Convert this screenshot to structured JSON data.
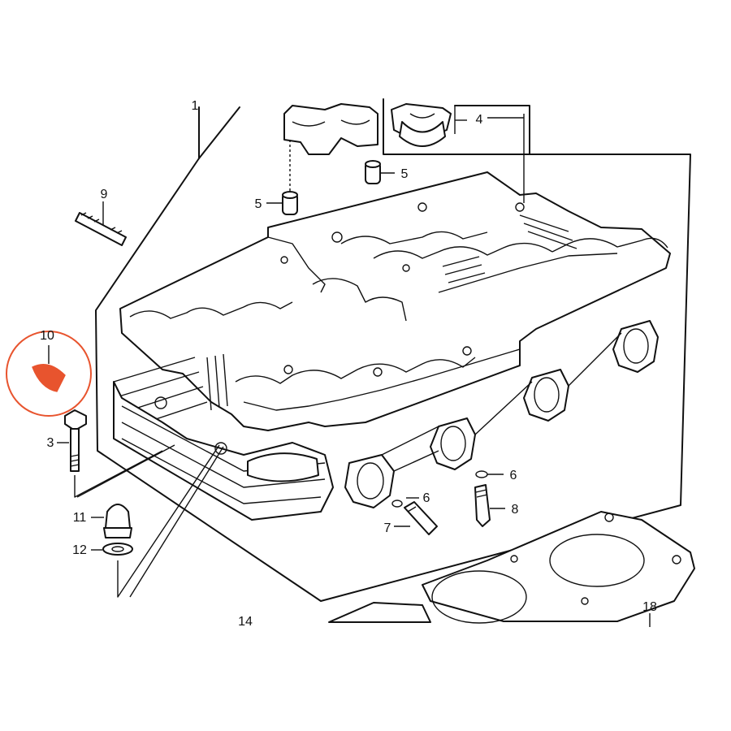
{
  "diagram": {
    "callouts": {
      "c1": "1",
      "c3": "3",
      "c4": "4",
      "c5a": "5",
      "c5b": "5",
      "c6a": "6",
      "c6b": "6",
      "c7": "7",
      "c8": "8",
      "c9": "9",
      "c10": "10",
      "c11": "11",
      "c12": "12",
      "c14": "14",
      "c18": "18"
    },
    "colors": {
      "highlight_ring": "#e8542e",
      "highlight_part": "#e8542e",
      "line_art": "#111111"
    }
  }
}
